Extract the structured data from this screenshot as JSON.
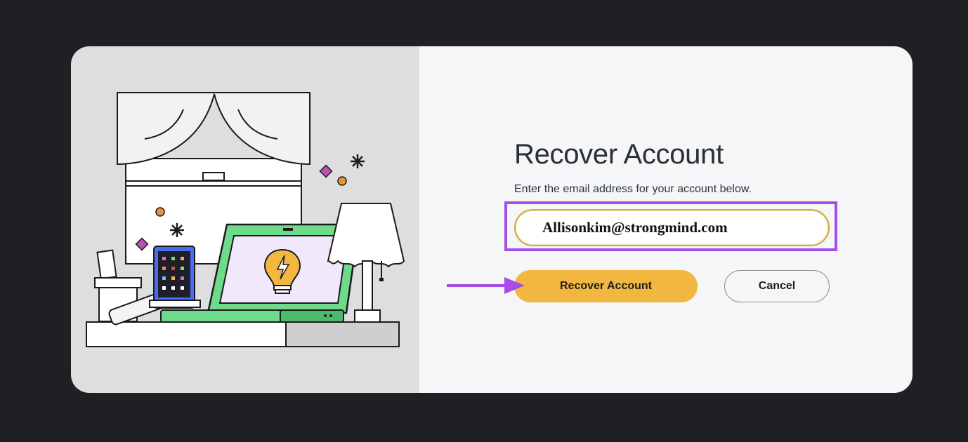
{
  "recover": {
    "title": "Recover Account",
    "subtitle": "Enter the email address for your account below.",
    "email_value": "Allisonkim@strongmind.com",
    "primary_button": "Recover Account",
    "cancel_button": "Cancel"
  },
  "colors": {
    "page_background": "#1f2024",
    "left_panel": "#dedede",
    "right_panel": "#f5f6f8",
    "primary_button": "#f2b740",
    "highlight": "#a64de6",
    "laptop_green": "#6edb8a",
    "accent_orange": "#e8913a",
    "accent_magenta": "#c04fb4"
  },
  "illustration": {
    "name": "study-desk-illustration",
    "icons": [
      "window-curtain-icon",
      "laptop-icon",
      "lightbulb-icon",
      "lamp-icon",
      "tablet-icon",
      "pencil-holder-icon",
      "sparkle-icon"
    ]
  },
  "annotation": {
    "arrow_icon": "arrow-right-icon"
  }
}
